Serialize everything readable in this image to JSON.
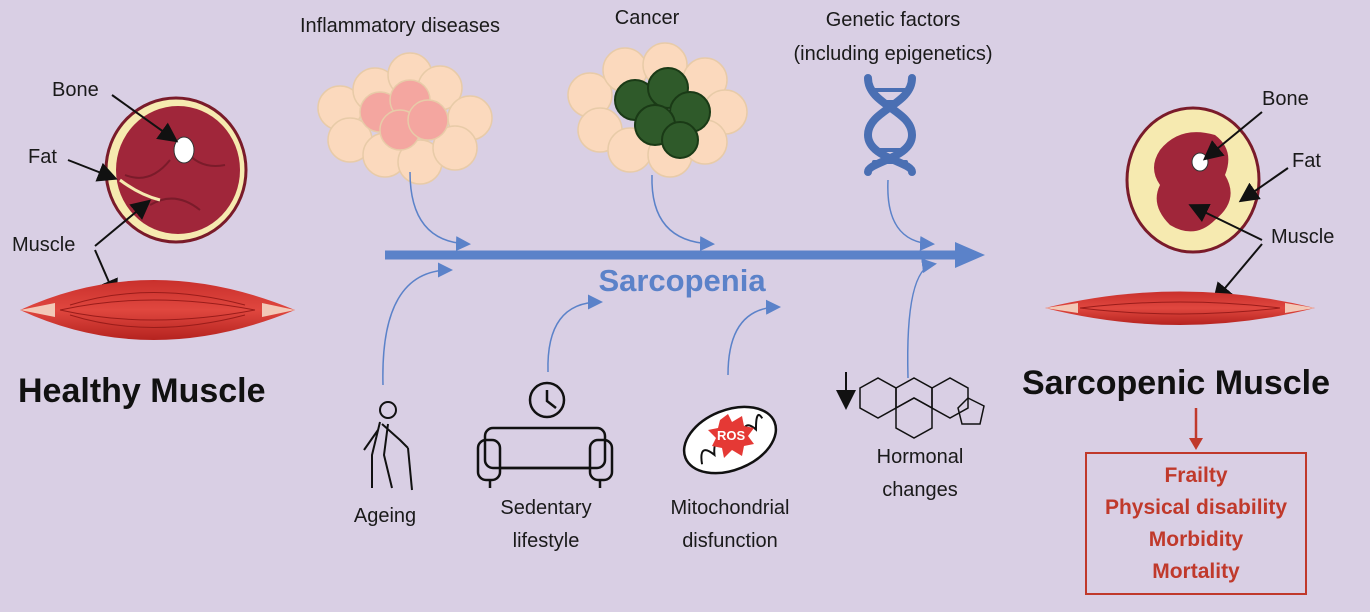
{
  "healthy": {
    "title": "Healthy Muscle",
    "labels": {
      "bone": "Bone",
      "fat": "Fat",
      "muscle": "Muscle"
    }
  },
  "sarcopenic": {
    "title": "Sarcopenic Muscle",
    "labels": {
      "bone": "Bone",
      "fat": "Fat",
      "muscle": "Muscle"
    }
  },
  "center_title": "Sarcopenia",
  "factors_top": {
    "inflammatory": "Inflammatory diseases",
    "cancer": "Cancer",
    "genetic_line1": "Genetic factors",
    "genetic_line2": "(including epigenetics)"
  },
  "factors_bottom": {
    "ageing": "Ageing",
    "sedentary_line1": "Sedentary",
    "sedentary_line2": "lifestyle",
    "mito_line1": "Mitochondrial",
    "mito_line2": "disfunction",
    "ros": "ROS",
    "hormonal_line1": "Hormonal",
    "hormonal_line2": "changes"
  },
  "outcomes": [
    "Frailty",
    "Physical disability",
    "Morbidity",
    "Mortality"
  ],
  "colors": {
    "background": "#d9cfe4",
    "arrow_blue": "#5b82c9",
    "muscle_red": "#a0263a",
    "fat_yellow": "#f6eab0",
    "outcome_red": "#c0392b",
    "inflammatory_cell": "#f4a6a0",
    "cancer_cell": "#2f5a2a",
    "dna": "#4a6fb3"
  }
}
